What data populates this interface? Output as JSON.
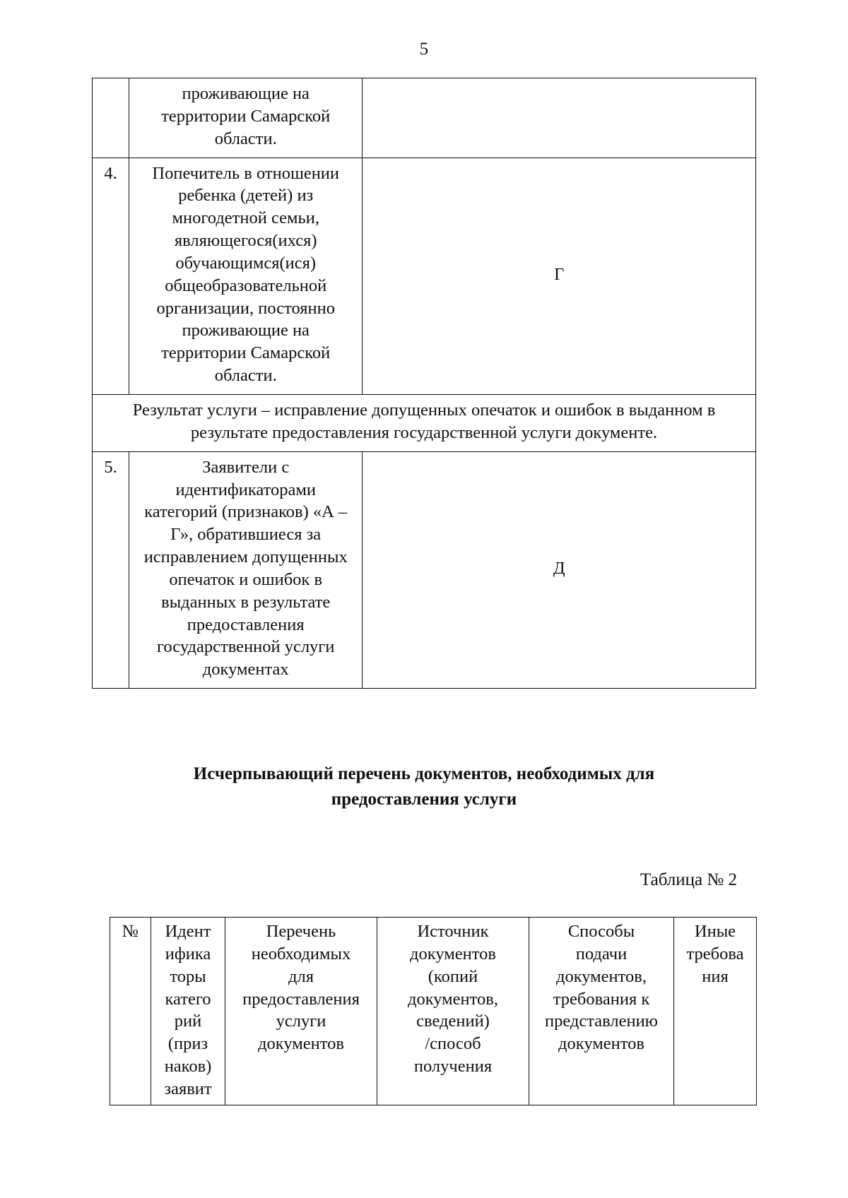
{
  "page": {
    "number": "5"
  },
  "table1": {
    "rows": [
      {
        "num": "",
        "category": "проживающие на\nтерритории Самарской\nобласти.",
        "identifier": ""
      },
      {
        "num": "4.",
        "category": "Попечитель в отношении\nребенка (детей) из\nмногодетной семьи,\nявляющегося(ихся)\nобучающимся(ися)\nобщеобразовательной\nорганизации, постоянно\nпроживающие на\nтерритории Самарской\nобласти.",
        "identifier": "Г"
      }
    ],
    "result_row": "Результат услуги –  исправление допущенных опечаток и ошибок в выданном в результате предоставления государственной услуги документе.",
    "row5": {
      "num": "5.",
      "category": "Заявители с\nидентификаторами\nкатегорий (признаков) «А –\nГ», обратившиеся за\nисправлением допущенных\nопечаток и ошибок в\nвыданных в результате\nпредоставления\nгосударственной услуги\nдокументах",
      "identifier": "Д"
    }
  },
  "section": {
    "heading": "Исчерпывающий перечень документов, необходимых для предоставления услуги",
    "table_label": "Таблица № 2"
  },
  "table2": {
    "headers": [
      "№",
      "Идент\nифика\nторы\nкатего\nрий\n(приз\nнаков)\nзаявит",
      "Перечень\nнеобходимых\nдля\nпредоставления\nуслуги\nдокументов",
      "Источник\nдокументов\n(копий\nдокументов,\nсведений)\n/способ\nполучения",
      "Способы\nподачи\nдокументов,\nтребования к\nпредставлению\nдокументов",
      "Иные\nтребова\nния"
    ]
  }
}
